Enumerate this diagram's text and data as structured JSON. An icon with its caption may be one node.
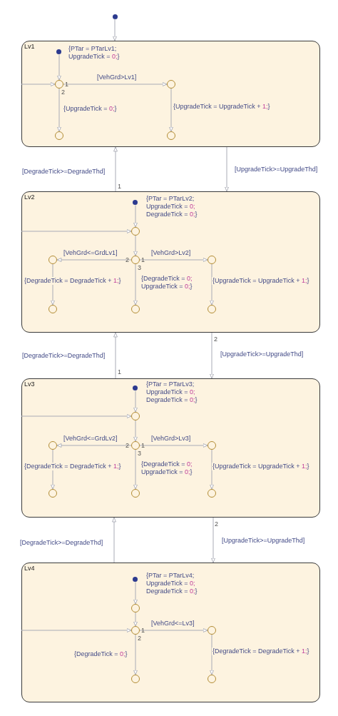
{
  "diagram": {
    "nodes": [
      {
        "text": [],
        "shape": "dot"
      },
      {
        "text": [
          "Lv1"
        ]
      },
      {
        "text": [],
        "shape": "dot",
        "in": 1
      },
      {
        "text": [],
        "shape": "circle",
        "in": 1
      },
      {
        "text": [],
        "shape": "circle",
        "in": 1
      },
      {
        "text": [],
        "shape": "circle",
        "in": 1
      },
      {
        "text": [],
        "shape": "circle",
        "in": 1
      },
      {
        "text": [
          "Lv2"
        ]
      },
      {
        "text": [],
        "shape": "dot",
        "in": 7
      },
      {
        "text": [],
        "shape": "circle",
        "in": 7
      },
      {
        "text": [],
        "shape": "circle",
        "in": 7
      },
      {
        "text": [],
        "shape": "circle",
        "in": 7
      },
      {
        "text": [],
        "shape": "circle",
        "in": 7
      },
      {
        "text": [],
        "shape": "circle",
        "in": 7
      },
      {
        "text": [],
        "shape": "circle",
        "in": 7
      },
      {
        "text": [],
        "shape": "circle",
        "in": 7
      },
      {
        "text": [
          "Lv3"
        ]
      },
      {
        "text": [],
        "shape": "dot",
        "in": 16
      },
      {
        "text": [],
        "shape": "circle",
        "in": 16
      },
      {
        "text": [],
        "shape": "circle",
        "in": 16
      },
      {
        "text": [],
        "shape": "circle",
        "in": 16
      },
      {
        "text": [],
        "shape": "circle",
        "in": 16
      },
      {
        "text": [],
        "shape": "circle",
        "in": 16
      },
      {
        "text": [],
        "shape": "circle",
        "in": 16
      },
      {
        "text": [],
        "shape": "circle",
        "in": 16
      },
      {
        "text": [
          "Lv4"
        ]
      },
      {
        "text": [],
        "shape": "dot",
        "in": 25
      },
      {
        "text": [],
        "shape": "circle",
        "in": 25
      },
      {
        "text": [],
        "shape": "circle",
        "in": 25
      },
      {
        "text": [],
        "shape": "circle",
        "in": 25
      },
      {
        "text": [],
        "shape": "circle",
        "in": 25
      },
      {
        "text": [],
        "shape": "circle",
        "in": 25
      }
    ],
    "edges": [
      {
        "from": 0,
        "to": 1,
        "arrow": "to"
      },
      {
        "from": 2,
        "to": 3,
        "arrow": "to",
        "label": "{PTar = PTarLv1; UpgradeTick = 0;}"
      },
      {
        "from": null,
        "to": 3,
        "arrow": "to"
      },
      {
        "from": 3,
        "to": 4,
        "arrow": "to",
        "label": "[VehGrd>Lv1]"
      },
      {
        "from": 3,
        "to": 5,
        "arrow": "to",
        "label": "{UpgradeTick = 0;}"
      },
      {
        "from": 4,
        "to": 6,
        "arrow": "to",
        "label": "{UpgradeTick = UpgradeTick + 1;}"
      },
      {
        "from": 7,
        "to": 1,
        "arrow": "to",
        "label": "[DegradeTick>=DegradeThd]"
      },
      {
        "from": 1,
        "to": 7,
        "arrow": "to",
        "label": "[UpgradeTick>=UpgradeThd]"
      },
      {
        "from": 8,
        "to": 9,
        "arrow": "to",
        "label": "{PTar = PTarLv2; UpgradeTick = 0; DegradeTick = 0;}"
      },
      {
        "from": null,
        "to": 9,
        "arrow": "to"
      },
      {
        "from": 9,
        "to": 11,
        "arrow": "to"
      },
      {
        "from": 11,
        "to": 10,
        "arrow": "to",
        "label": "[VehGrd<=GrdLv1]"
      },
      {
        "from": 11,
        "to": 12,
        "arrow": "to",
        "label": "[VehGrd>Lv2]"
      },
      {
        "from": 10,
        "to": 13,
        "arrow": "to",
        "label": "{DegradeTick = DegradeTick + 1;}"
      },
      {
        "from": 11,
        "to": 14,
        "arrow": "to",
        "label": "{DegradeTick = 0; UpgradeTick = 0;}"
      },
      {
        "from": 12,
        "to": 15,
        "arrow": "to",
        "label": "{UpgradeTick = UpgradeTick + 1;}"
      },
      {
        "from": 16,
        "to": 7,
        "arrow": "to",
        "label": "[DegradeTick>=DegradeThd]"
      },
      {
        "from": 7,
        "to": 16,
        "arrow": "to",
        "label": "[UpgradeTick>=UpgradeThd]"
      },
      {
        "from": 17,
        "to": 18,
        "arrow": "to",
        "label": "{PTar = PTarLv3; UpgradeTick = 0; DegradeTick = 0;}"
      },
      {
        "from": null,
        "to": 18,
        "arrow": "to"
      },
      {
        "from": 18,
        "to": 20,
        "arrow": "to"
      },
      {
        "from": 20,
        "to": 19,
        "arrow": "to",
        "label": "[VehGrd<=GrdLv2]"
      },
      {
        "from": 20,
        "to": 21,
        "arrow": "to",
        "label": "[VehGrd>Lv3]"
      },
      {
        "from": 19,
        "to": 22,
        "arrow": "to",
        "label": "{DegradeTick = DegradeTick + 1;}"
      },
      {
        "from": 20,
        "to": 23,
        "arrow": "to",
        "label": "{DegradeTick = 0; UpgradeTick = 0;}"
      },
      {
        "from": 21,
        "to": 24,
        "arrow": "to",
        "label": "{UpgradeTick = UpgradeTick + 1;}"
      },
      {
        "from": 25,
        "to": 16,
        "arrow": "to",
        "label": "[DegradeTick>=DegradeThd]"
      },
      {
        "from": 16,
        "to": 25,
        "arrow": "to",
        "label": "[UpgradeTick>=UpgradeThd]"
      },
      {
        "from": 26,
        "to": 27,
        "arrow": "to",
        "label": "{PTar = PTarLv4; UpgradeTick = 0; DegradeTick = 0;}"
      },
      {
        "from": 27,
        "to": 28,
        "arrow": "to"
      },
      {
        "from": null,
        "to": 28,
        "arrow": "to"
      },
      {
        "from": 28,
        "to": 29,
        "arrow": "to",
        "label": "[VehGrd<=Lv3]"
      },
      {
        "from": 28,
        "to": 30,
        "arrow": "to",
        "label": "{DegradeTick = 0;}"
      },
      {
        "from": 29,
        "to": 31,
        "arrow": "to",
        "label": "{DegradeTick = DegradeTick + 1;}"
      }
    ],
    "labels": [
      "1",
      "2",
      "1",
      "2",
      "1",
      "3",
      "1",
      "2",
      "2",
      "1",
      "3",
      "2",
      "1",
      "2"
    ]
  }
}
